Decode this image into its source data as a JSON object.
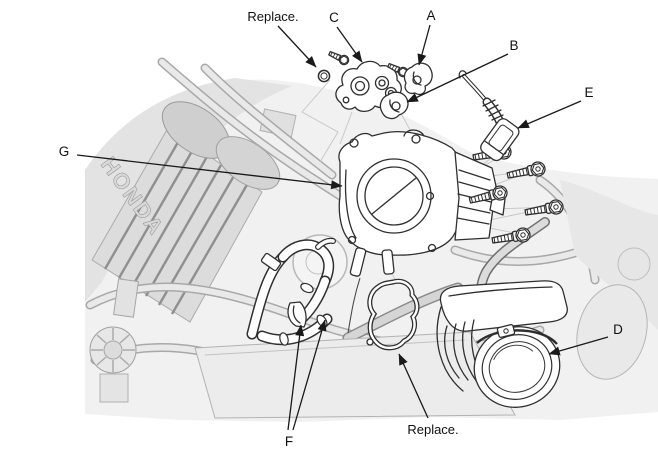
{
  "figure": {
    "description": "Exploded engine-bay line illustration with part callouts",
    "valve_cover_text": "HONDA"
  },
  "colors": {
    "line": "#2f2f2f",
    "label": "#111111",
    "background": "#ffffff",
    "engine_light": "#ececec",
    "engine_mid": "#c9c9c9"
  },
  "callouts": [
    {
      "id": "replace-top",
      "label": "Replace."
    },
    {
      "id": "c",
      "label": "C"
    },
    {
      "id": "a",
      "label": "A"
    },
    {
      "id": "b",
      "label": "B"
    },
    {
      "id": "e",
      "label": "E"
    },
    {
      "id": "g",
      "label": "G"
    },
    {
      "id": "d",
      "label": "D"
    },
    {
      "id": "f",
      "label": "F"
    },
    {
      "id": "replace-bottom",
      "label": "Replace."
    }
  ]
}
